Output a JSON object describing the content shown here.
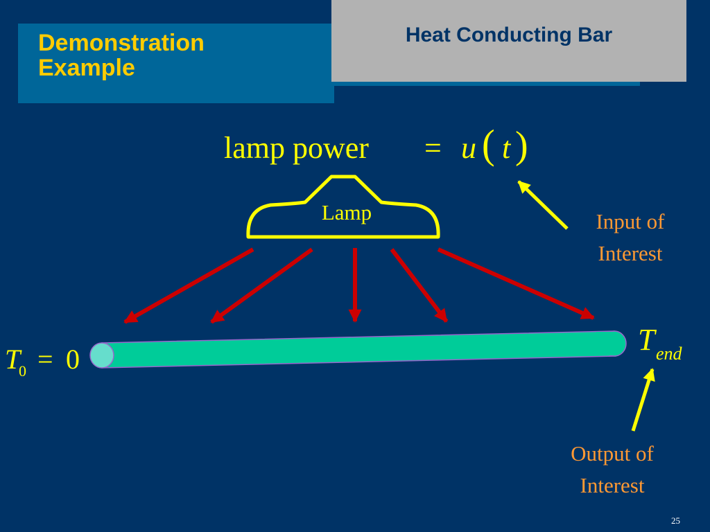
{
  "slide": {
    "title_line1": "Demonstration",
    "title_line2": "Example",
    "heading": "Heat Conducting Bar",
    "page_number": "25"
  },
  "equation": {
    "lhs": "lamp power",
    "eq": "=",
    "fn": "u",
    "open": "(",
    "arg": "t",
    "close": ")"
  },
  "lamp_label": "Lamp",
  "input_label": {
    "line1": "Input of",
    "line2": "Interest"
  },
  "output_label": {
    "line1": "Output of",
    "line2": "Interest"
  },
  "t0": {
    "sym": "T",
    "sub": "0",
    "eq": "=",
    "val": "0"
  },
  "tend": {
    "sym": "T",
    "sub": "end"
  },
  "colors": {
    "background": "#003366",
    "title_box": "#006699",
    "title_text": "#FFCC00",
    "heading_box": "#B2B2B2",
    "heading_text": "#003366",
    "lamp": "#FFFF00",
    "rays": "#CC0000",
    "bar": "#00CC99",
    "bar_end": "#66DDCC",
    "labels": "#FF9933"
  }
}
